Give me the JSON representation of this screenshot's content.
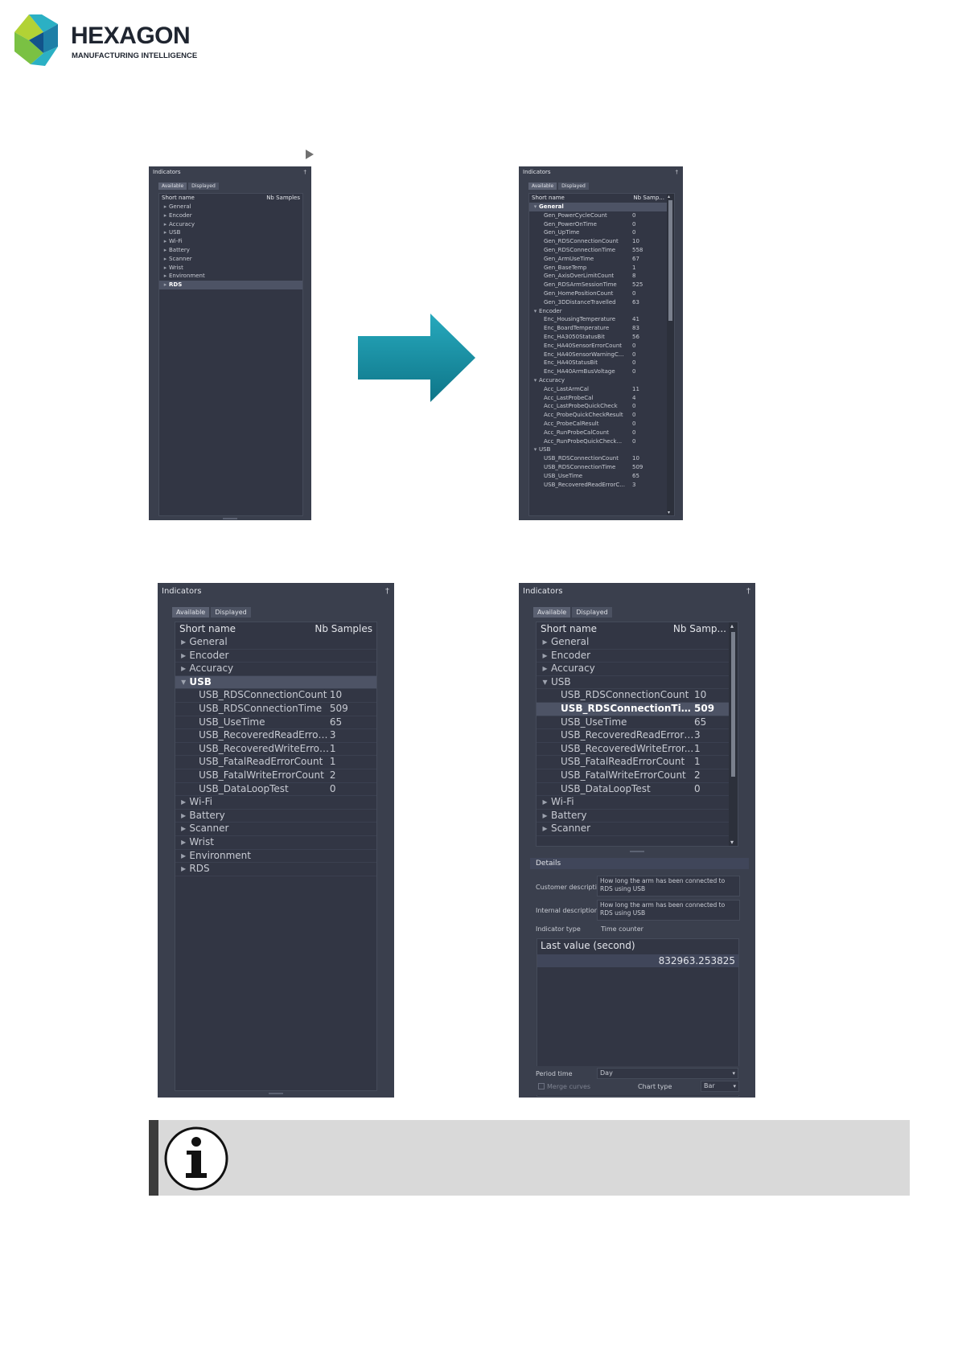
{
  "logo": {
    "word": "HEXAGON",
    "sub": "MANUFACTURING INTELLIGENCE",
    "colors": [
      "#2bb0c4",
      "#1e7fa7",
      "#7ac143",
      "#b2d235",
      "#12538a"
    ]
  },
  "panel1": {
    "title": "Indicators",
    "pin": "†",
    "tabs": [
      "Available",
      "Displayed"
    ],
    "header": {
      "name": "Short name",
      "samples": "Nb Samples"
    },
    "rows": [
      {
        "twisty": "▸",
        "name": "General",
        "value": ""
      },
      {
        "twisty": "▸",
        "name": "Encoder",
        "value": ""
      },
      {
        "twisty": "▸",
        "name": "Accuracy",
        "value": ""
      },
      {
        "twisty": "▸",
        "name": "USB",
        "value": ""
      },
      {
        "twisty": "▸",
        "name": "Wi-Fi",
        "value": ""
      },
      {
        "twisty": "▸",
        "name": "Battery",
        "value": ""
      },
      {
        "twisty": "▸",
        "name": "Scanner",
        "value": ""
      },
      {
        "twisty": "▸",
        "name": "Wrist",
        "value": ""
      },
      {
        "twisty": "▸",
        "name": "Environment",
        "value": ""
      },
      {
        "twisty": "▸",
        "name": "RDS",
        "value": "",
        "selected": true
      }
    ]
  },
  "panel2": {
    "title": "Indicators",
    "pin": "†",
    "tabs": [
      "Available",
      "Displayed"
    ],
    "header": {
      "name": "Short name",
      "samples": "Nb Samp..."
    },
    "scroll_up": "▴",
    "scroll_down": "▾",
    "rows": [
      {
        "twisty": "▾",
        "name": "General",
        "value": "",
        "selected": true
      },
      {
        "twisty": "",
        "name": "Gen_PowerCycleCount",
        "value": "0"
      },
      {
        "twisty": "",
        "name": "Gen_PowerOnTime",
        "value": "0"
      },
      {
        "twisty": "",
        "name": "Gen_UpTime",
        "value": "0"
      },
      {
        "twisty": "",
        "name": "Gen_RDSConnectionCount",
        "value": "10"
      },
      {
        "twisty": "",
        "name": "Gen_RDSConnectionTime",
        "value": "558"
      },
      {
        "twisty": "",
        "name": "Gen_ArmUseTime",
        "value": "67"
      },
      {
        "twisty": "",
        "name": "Gen_BaseTemp",
        "value": "1"
      },
      {
        "twisty": "",
        "name": "Gen_AxisOverLimitCount",
        "value": "8"
      },
      {
        "twisty": "",
        "name": "Gen_RDSArmSessionTime",
        "value": "525"
      },
      {
        "twisty": "",
        "name": "Gen_HomePositionCount",
        "value": "0"
      },
      {
        "twisty": "",
        "name": "Gen_3DDistanceTravelled",
        "value": "63"
      },
      {
        "twisty": "▾",
        "name": "Encoder",
        "value": ""
      },
      {
        "twisty": "",
        "name": "Enc_HousingTemperature",
        "value": "41"
      },
      {
        "twisty": "",
        "name": "Enc_BoardTemperature",
        "value": "83"
      },
      {
        "twisty": "",
        "name": "Enc_HA3050StatusBit",
        "value": "56"
      },
      {
        "twisty": "",
        "name": "Enc_HA40SensorErrorCount",
        "value": "0"
      },
      {
        "twisty": "",
        "name": "Enc_HA40SensorWarningC...",
        "value": "0"
      },
      {
        "twisty": "",
        "name": "Enc_HA40StatusBit",
        "value": "0"
      },
      {
        "twisty": "",
        "name": "Enc_HA40ArmBusVoltage",
        "value": "0"
      },
      {
        "twisty": "▾",
        "name": "Accuracy",
        "value": ""
      },
      {
        "twisty": "",
        "name": "Acc_LastArmCal",
        "value": "11"
      },
      {
        "twisty": "",
        "name": "Acc_LastProbeCal",
        "value": "4"
      },
      {
        "twisty": "",
        "name": "Acc_LastProbeQuickCheck",
        "value": "0"
      },
      {
        "twisty": "",
        "name": "Acc_ProbeQuickCheckResult",
        "value": "0"
      },
      {
        "twisty": "",
        "name": "Acc_ProbeCalResult",
        "value": "0"
      },
      {
        "twisty": "",
        "name": "Acc_RunProbeCalCount",
        "value": "0"
      },
      {
        "twisty": "",
        "name": "Acc_RunProbeQuickCheck...",
        "value": "0"
      },
      {
        "twisty": "▾",
        "name": "USB",
        "value": ""
      },
      {
        "twisty": "",
        "name": "USB_RDSConnectionCount",
        "value": "10"
      },
      {
        "twisty": "",
        "name": "USB_RDSConnectionTime",
        "value": "509"
      },
      {
        "twisty": "",
        "name": "USB_UseTime",
        "value": "65"
      },
      {
        "twisty": "",
        "name": "USB_RecoveredReadErrorC...",
        "value": "3"
      }
    ]
  },
  "panel3": {
    "title": "Indicators",
    "pin": "†",
    "tabs": [
      "Available",
      "Displayed"
    ],
    "header": {
      "name": "Short name",
      "samples": "Nb Samples"
    },
    "rows": [
      {
        "twisty": "▸",
        "name": "General",
        "value": ""
      },
      {
        "twisty": "▸",
        "name": "Encoder",
        "value": ""
      },
      {
        "twisty": "▸",
        "name": "Accuracy",
        "value": ""
      },
      {
        "twisty": "▾",
        "name": "USB",
        "value": "",
        "selected": true
      },
      {
        "twisty": "",
        "name": "USB_RDSConnectionCount",
        "value": "10"
      },
      {
        "twisty": "",
        "name": "USB_RDSConnectionTime",
        "value": "509"
      },
      {
        "twisty": "",
        "name": "USB_UseTime",
        "value": "65"
      },
      {
        "twisty": "",
        "name": "USB_RecoveredReadErrorCo...",
        "value": "3"
      },
      {
        "twisty": "",
        "name": "USB_RecoveredWriteErrorCo...",
        "value": "1"
      },
      {
        "twisty": "",
        "name": "USB_FatalReadErrorCount",
        "value": "1"
      },
      {
        "twisty": "",
        "name": "USB_FatalWriteErrorCount",
        "value": "2"
      },
      {
        "twisty": "",
        "name": "USB_DataLoopTest",
        "value": "0"
      },
      {
        "twisty": "▸",
        "name": "Wi-Fi",
        "value": ""
      },
      {
        "twisty": "▸",
        "name": "Battery",
        "value": ""
      },
      {
        "twisty": "▸",
        "name": "Scanner",
        "value": ""
      },
      {
        "twisty": "▸",
        "name": "Wrist",
        "value": ""
      },
      {
        "twisty": "▸",
        "name": "Environment",
        "value": ""
      },
      {
        "twisty": "▸",
        "name": "RDS",
        "value": ""
      }
    ]
  },
  "panel4": {
    "title": "Indicators",
    "pin": "†",
    "tabs": [
      "Available",
      "Displayed"
    ],
    "header": {
      "name": "Short name",
      "samples": "Nb Samp..."
    },
    "scroll_up": "▴",
    "scroll_down": "▾",
    "rows": [
      {
        "twisty": "▸",
        "name": "General",
        "value": ""
      },
      {
        "twisty": "▸",
        "name": "Encoder",
        "value": ""
      },
      {
        "twisty": "▸",
        "name": "Accuracy",
        "value": ""
      },
      {
        "twisty": "▾",
        "name": "USB",
        "value": ""
      },
      {
        "twisty": "",
        "name": "USB_RDSConnectionCount",
        "value": "10"
      },
      {
        "twisty": "",
        "name": "USB_RDSConnectionTime",
        "value": "509",
        "selected": true
      },
      {
        "twisty": "",
        "name": "USB_UseTime",
        "value": "65"
      },
      {
        "twisty": "",
        "name": "USB_RecoveredReadErrorC...",
        "value": "3"
      },
      {
        "twisty": "",
        "name": "USB_RecoveredWriteError...",
        "value": "1"
      },
      {
        "twisty": "",
        "name": "USB_FatalReadErrorCount",
        "value": "1"
      },
      {
        "twisty": "",
        "name": "USB_FatalWriteErrorCount",
        "value": "2"
      },
      {
        "twisty": "",
        "name": "USB_DataLoopTest",
        "value": "0"
      },
      {
        "twisty": "▸",
        "name": "Wi-Fi",
        "value": ""
      },
      {
        "twisty": "▸",
        "name": "Battery",
        "value": ""
      },
      {
        "twisty": "▸",
        "name": "Scanner",
        "value": ""
      }
    ],
    "details": {
      "title": "Details",
      "customer_label": "Customer description",
      "customer_value": "How long the arm has been connected to RDS using USB",
      "internal_label": "Internal description",
      "internal_value": "How long the arm has been connected to RDS using USB",
      "type_label": "Indicator type",
      "type_value": "Time counter",
      "last_value_label": "Last value (second)",
      "last_value": "832963.253825",
      "period_label": "Period time",
      "period_value": "Day",
      "merge_label": "Merge curves",
      "chart_type_label": "Chart type",
      "chart_type_value": "Bar",
      "dropdown_arrow": "▾"
    }
  },
  "arrow_colors": {
    "light": "#27a9bd",
    "dark": "#0e7588"
  },
  "note": {
    "icon": "info-icon"
  }
}
